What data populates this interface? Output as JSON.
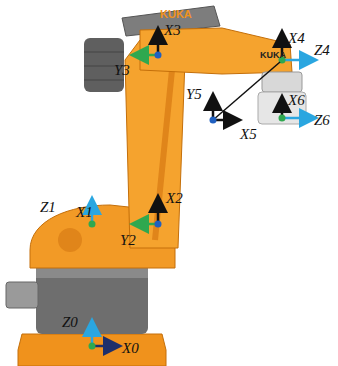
{
  "diagram": {
    "labels": [
      "KUKA",
      "X3",
      "Y3",
      "X4",
      "Z4",
      "KUKA",
      "Y5",
      "X6",
      "X5",
      "Z6",
      "Z1",
      "X1",
      "X2",
      "Y2",
      "Z0",
      "X0"
    ]
  }
}
